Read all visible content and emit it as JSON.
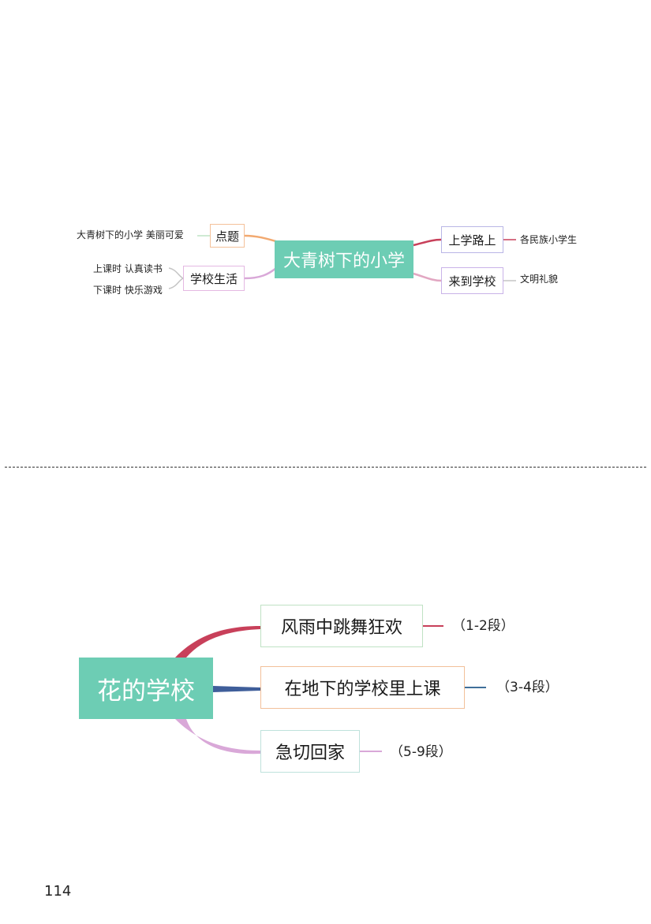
{
  "map1": {
    "central": "大青树下的小学",
    "left_branches": [
      {
        "label": "点题",
        "leaves": [
          "大青树下的小学 美丽可爱"
        ]
      },
      {
        "label": "学校生活",
        "leaves": [
          "上课时 认真读书",
          "下课时 快乐游戏"
        ]
      }
    ],
    "right_branches": [
      {
        "label": "上学路上",
        "leaves": [
          "各民族小学生"
        ]
      },
      {
        "label": "来到学校",
        "leaves": [
          "文明礼貌"
        ]
      }
    ]
  },
  "map2": {
    "central": "花的学校",
    "branches": [
      {
        "label": "风雨中跳舞狂欢",
        "note": "（1-2段）"
      },
      {
        "label": "在地下的学校里上课",
        "note": "（3-4段）"
      },
      {
        "label": "急切回家",
        "note": "（5-9段）"
      }
    ]
  },
  "colors": {
    "central_fill": "#6dcdb4",
    "central_text": "#ffffff",
    "branch_red": "#c8405a",
    "branch_blue": "#3f5e9a",
    "branch_pink": "#d9a8d8",
    "branch_orange": "#f2a970",
    "branch_purple": "#b7a8e3"
  },
  "page_number": "114"
}
